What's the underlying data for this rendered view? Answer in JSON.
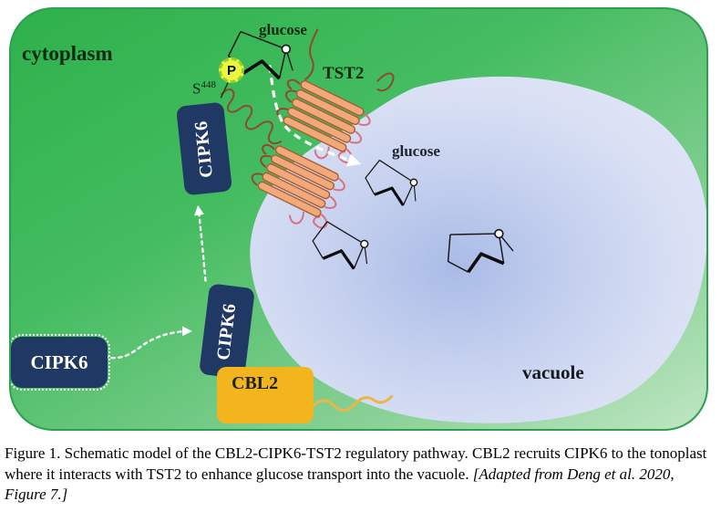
{
  "figure": {
    "cytoplasm_label": "cytoplasm",
    "vacuole_label": "vacuole",
    "glucose_label_cytoplasm": "glucose",
    "glucose_label_vacuole": "glucose",
    "tst2_label": "TST2",
    "phospho": {
      "residue": "S",
      "site": "448",
      "badge": "P"
    },
    "cipk6_free_label": "CIPK6",
    "cipk6_membrane_label": "CIPK6",
    "cipk6_recruited_label": "CIPK6",
    "cbl2_label": "CBL2"
  },
  "caption": {
    "text": "Figure 1. Schematic model of the CBL2-CIPK6-TST2 regulatory pathway. CBL2 recruits CIPK6 to the tonoplast where it interacts with TST2 to enhance glucose transport into the vacuole. ",
    "attribution_italic": "[Adapted from Deng et al. 2020, Figure 7.]"
  },
  "colors": {
    "panel-green-1": "#2EB14C",
    "panel-green-2": "#44BC60",
    "panel-green-3": "#8AD197",
    "panel-green-4": "#BFE6C3",
    "panel-border": "#2E9E4F",
    "navy": "#1F3864",
    "amber": "#F2B51D",
    "vacuole-light": "#DCE3F5",
    "vacuole-mid": "#C6D1EF",
    "vacuole-deep": "#A9BBE6",
    "helix-fill": "#F2A878",
    "helix-stroke": "#A65D32",
    "loop-pink": "#D96F80",
    "loop-dark": "#8E4A2E",
    "phospho-fill": "#E9F83F",
    "phospho-ring": "#9CCB2E",
    "arrow-white": "#FFFFFF",
    "tail-yellow": "#EBB54A"
  }
}
